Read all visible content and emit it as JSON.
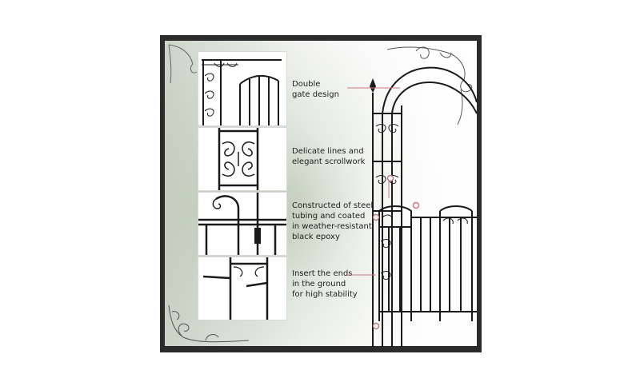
{
  "features": [
    {
      "label": "Double\ngate design"
    },
    {
      "label": "Delicate lines and\nelegant scrollwork"
    },
    {
      "label": "Constructed of steel\ntubing and coated\nin weather-resistant\nblack epoxy"
    },
    {
      "label": "Insert the ends\nin the ground\nfor high stability"
    }
  ],
  "colors": {
    "frame": "#2b2b2b",
    "metal": "#1a1a1a",
    "callout": "#c9787e",
    "text": "#1e1e1e"
  }
}
